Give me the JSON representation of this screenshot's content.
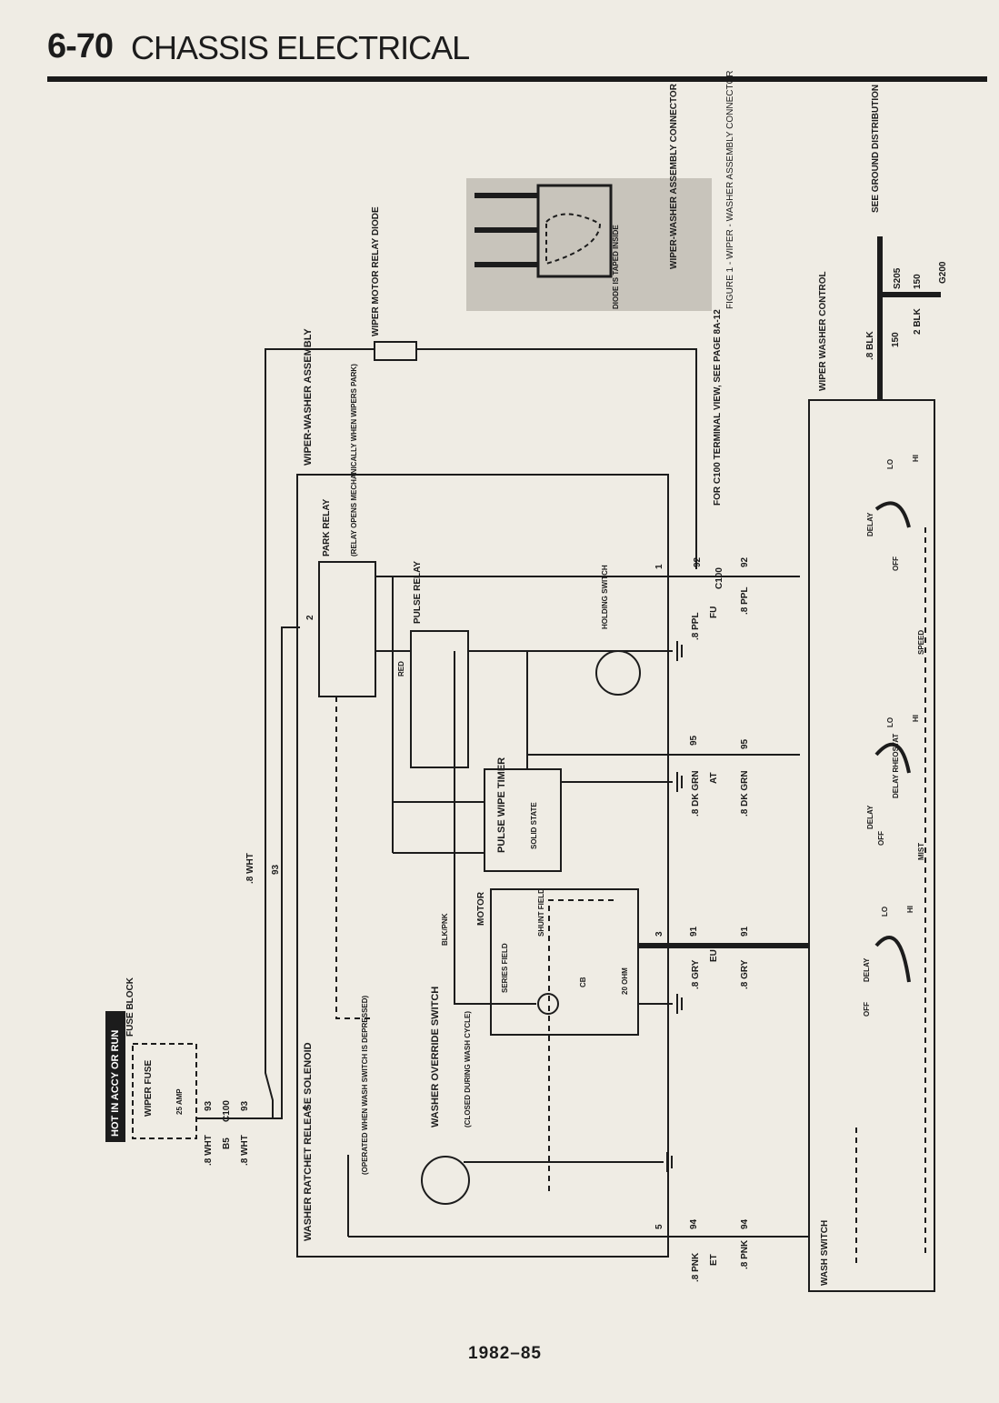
{
  "header": {
    "page_number": "6-70",
    "section_title": "CHASSIS ELECTRICAL"
  },
  "footer": {
    "year_range": "1982–85"
  },
  "diagram": {
    "hot_label": "HOT IN ACCY OR RUN",
    "fuse_block": "FUSE BLOCK",
    "wiper_fuse": "WIPER FUSE",
    "fuse_amp": "25 AMP",
    "wires": {
      "wht93": ".8 WHT",
      "c93": "93",
      "b5": "B5",
      "c100": "C100",
      "ppl": ".8 PPL",
      "c92": "92",
      "fu": "FU",
      "dkgrn": ".8 DK GRN",
      "c95": "95",
      "at": "AT",
      "gry": ".8 GRY",
      "c91": "91",
      "eu": "EU",
      "pnk": ".8 PNK",
      "c94": "94",
      "et": "ET",
      "blk": ".8 BLK",
      "c150": "150",
      "blk2": "2 BLK",
      "red": "RED",
      "blkpnk": "BLK/PNK"
    },
    "labels": {
      "wiper_washer_assembly": "WIPER-WASHER ASSEMBLY",
      "washer_solenoid": "WASHER RATCHET RELEASE SOLENOID",
      "operated_note": "(OPERATED WHEN WASH SWITCH IS DEPRESSED)",
      "washer_override": "WASHER OVERRIDE SWITCH",
      "override_note": "(CLOSED DURING WASH CYCLE)",
      "park_relay": "PARK RELAY",
      "park_note": "(RELAY OPENS MECHANICALLY WHEN WIPERS PARK)",
      "pulse_relay": "PULSE RELAY",
      "holding_switch": "HOLDING SWITCH",
      "pulse_timer": "PULSE WIPE TIMER",
      "solid_state": "SOLID STATE",
      "motor": "MOTOR",
      "series_field": "SERIES FIELD",
      "shunt_field": "SHUNT FIELD",
      "cb": "CB",
      "ohm": "20 OHM",
      "relay_diode": "WIPER MOTOR RELAY DIODE",
      "c100_note": "FOR C100 TERMINAL VIEW, SEE PAGE 8A-12",
      "figure_caption": "FIGURE 1 - WIPER - WASHER ASSEMBLY CONNECTOR",
      "connector_label": "WIPER-WASHER ASSEMBLY CONNECTOR",
      "diode_note": "DIODE IS TAPED INSIDE",
      "wiper_washer_control": "WIPER WASHER CONTROL",
      "see_ground": "SEE GROUND DISTRIBUTION",
      "s205": "S205",
      "g200": "G200",
      "wash_switch": "WASH SWITCH",
      "speed": "SPEED",
      "mist": "MIST",
      "delay": "DELAY",
      "off": "OFF",
      "lo": "LO",
      "hi": "HI",
      "delay_rheostat": "DELAY RHEOSTAT"
    },
    "pins": [
      "1",
      "2",
      "3",
      "4",
      "5"
    ]
  }
}
